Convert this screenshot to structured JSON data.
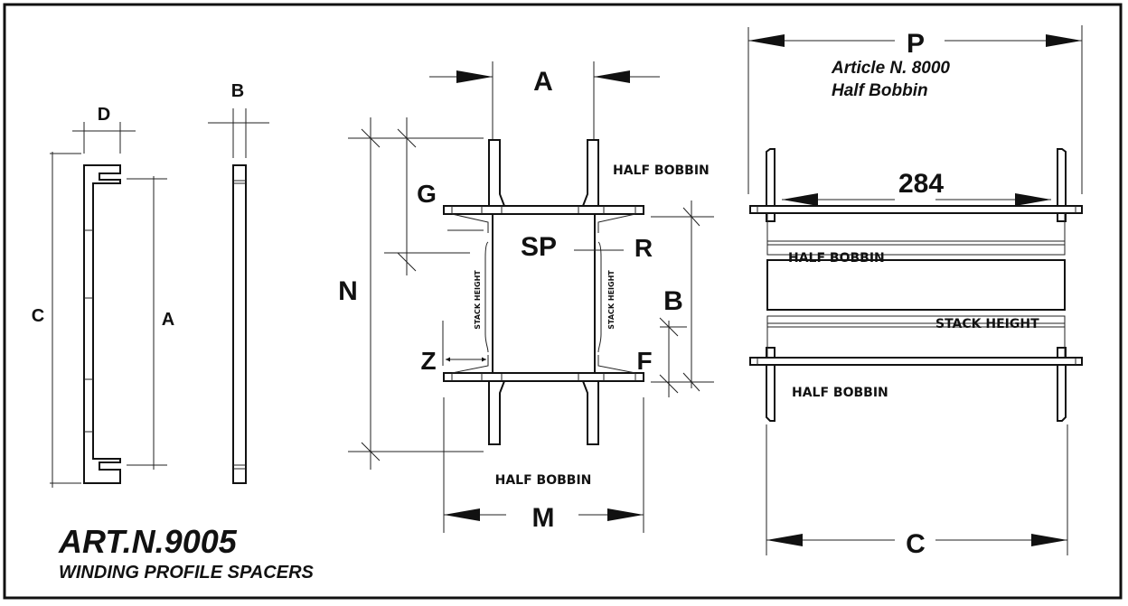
{
  "left": {
    "label_d": "D",
    "label_b": "B",
    "label_c": "C",
    "label_a": "A",
    "title": "ART.N.9005",
    "subtitle": "WINDING PROFILE SPACERS"
  },
  "middle": {
    "label_a": "A",
    "label_g": "G",
    "label_sp": "SP",
    "label_r": "R",
    "label_n": "N",
    "label_b": "B",
    "label_z": "Z",
    "label_f": "F",
    "label_m": "M",
    "half_bobbin_top": "HALF BOBBIN",
    "half_bobbin_bottom": "HALF BOBBIN",
    "stack_height_left": "STACK HEIGHT",
    "stack_height_right": "STACK HEIGHT"
  },
  "right": {
    "label_p": "P",
    "article": "Article N. 8000",
    "article_sub": "Half Bobbin",
    "dimension": "284",
    "half_bobbin_top": "HALF BOBBIN",
    "stack_height": "STACK HEIGHT",
    "half_bobbin_bottom": "HALF BOBBIN",
    "label_c": "C"
  }
}
